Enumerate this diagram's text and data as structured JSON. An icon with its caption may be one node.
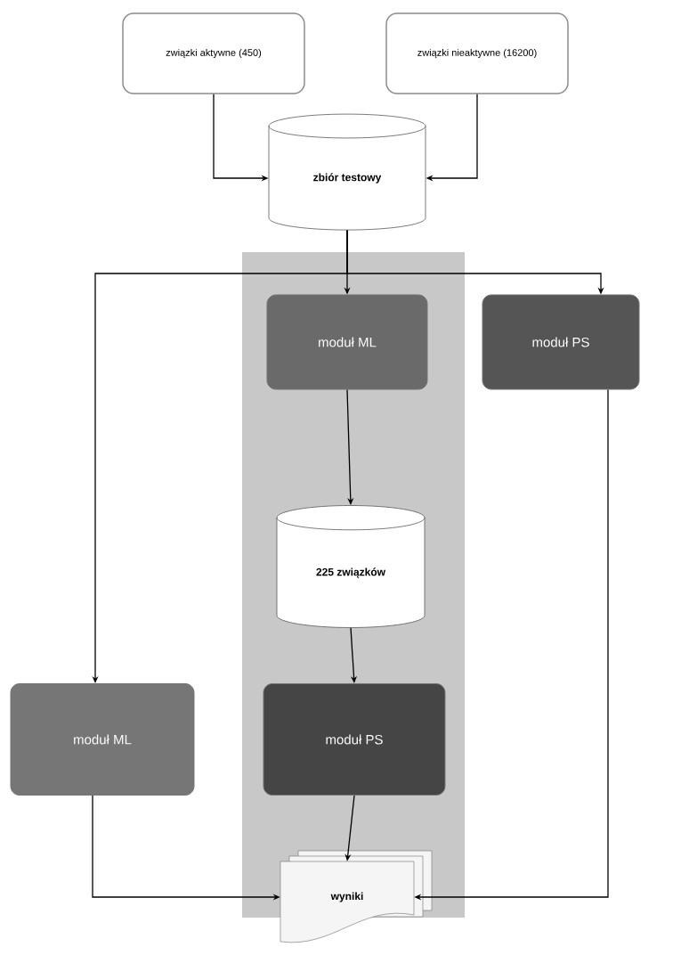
{
  "diagram": {
    "nodes": [
      {
        "text": [
          "związki aktywne (450)"
        ]
      },
      {
        "text": [
          "związki nieaktywne (16200)"
        ]
      },
      {
        "text": [
          "zbiór testowy"
        ]
      },
      {
        "text": [
          "moduł ML"
        ]
      },
      {
        "text": [
          "moduł PS"
        ]
      },
      {
        "text": [
          "225 związków"
        ]
      },
      {
        "text": [
          "moduł ML"
        ]
      },
      {
        "text": [
          "moduł PS"
        ]
      },
      {
        "text": [
          "wyniki"
        ]
      }
    ],
    "edges": [
      {
        "from": 0,
        "to": 2,
        "arrow": "to"
      },
      {
        "from": 1,
        "to": 2,
        "arrow": "to"
      },
      {
        "from": 2,
        "to": 3,
        "arrow": "to"
      },
      {
        "from": 2,
        "to": 4,
        "arrow": "to"
      },
      {
        "from": 2,
        "to": 6,
        "arrow": "to"
      },
      {
        "from": 3,
        "to": 5,
        "arrow": "to"
      },
      {
        "from": 5,
        "to": 7,
        "arrow": "to"
      },
      {
        "from": 7,
        "to": 8,
        "arrow": "to"
      },
      {
        "from": 6,
        "to": 8,
        "arrow": "to"
      },
      {
        "from": 4,
        "to": 8,
        "arrow": "to"
      }
    ]
  }
}
